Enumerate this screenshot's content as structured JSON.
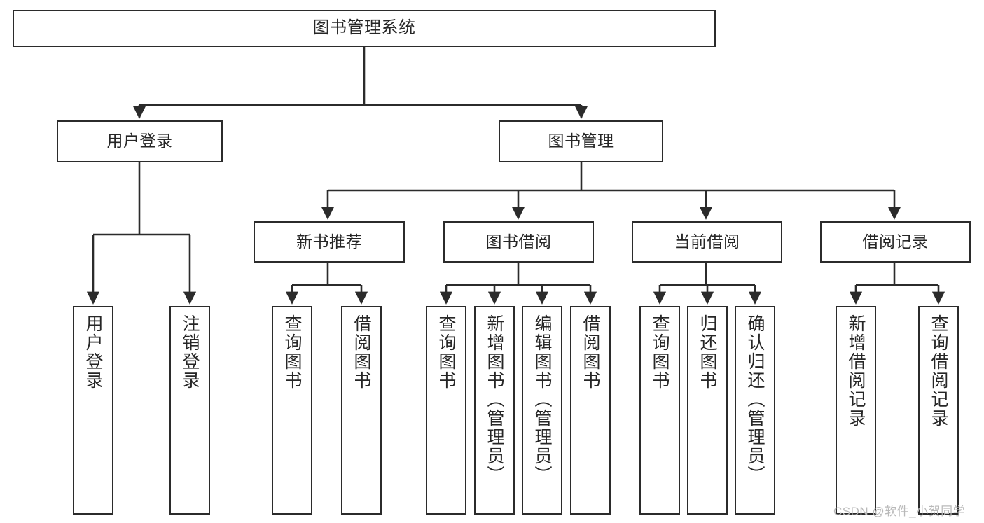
{
  "diagram": {
    "title": "图书管理系统",
    "watermark": "CSDN @软件_小贺同学",
    "colors": {
      "stroke": "#2b2b2b",
      "fill": "#ffffff",
      "text": "#262626",
      "watermark": "#b9b9b9"
    },
    "nodes": {
      "root": {
        "label": "图书管理系统"
      },
      "level1": [
        {
          "label": "用户登录"
        },
        {
          "label": "图书管理"
        }
      ],
      "level2": [
        {
          "label": "新书推荐"
        },
        {
          "label": "图书借阅"
        },
        {
          "label": "当前借阅"
        },
        {
          "label": "借阅记录"
        }
      ],
      "leaves": {
        "user_login": [
          {
            "label": "用户登录"
          },
          {
            "label": "注销登录"
          }
        ],
        "new_book": [
          {
            "label": "查询图书"
          },
          {
            "label": "借阅图书"
          }
        ],
        "book_borrow": [
          {
            "label": "查询图书"
          },
          {
            "label": "新增图书（管理员）"
          },
          {
            "label": "编辑图书（管理员）"
          },
          {
            "label": "借阅图书"
          }
        ],
        "current_borrow": [
          {
            "label": "查询图书"
          },
          {
            "label": "归还图书"
          },
          {
            "label": "确认归还（管理员）"
          }
        ],
        "borrow_record": [
          {
            "label": "新增借阅记录"
          },
          {
            "label": "查询借阅记录"
          }
        ]
      }
    },
    "edges": {
      "root_to_level1": [
        "用户登录",
        "图书管理"
      ],
      "level1_book_to_level2": [
        "新书推荐",
        "图书借阅",
        "当前借阅",
        "借阅记录"
      ],
      "user_login_to_leaves": [
        "用户登录",
        "注销登录"
      ],
      "new_book_to_leaves": [
        "查询图书",
        "借阅图书"
      ],
      "book_borrow_to_leaves": [
        "查询图书",
        "新增图书（管理员）",
        "编辑图书（管理员）",
        "借阅图书"
      ],
      "current_borrow_to_leaves": [
        "查询图书",
        "归还图书",
        "确认归还（管理员）"
      ],
      "borrow_record_to_leaves": [
        "新增借阅记录",
        "查询借阅记录"
      ]
    }
  }
}
